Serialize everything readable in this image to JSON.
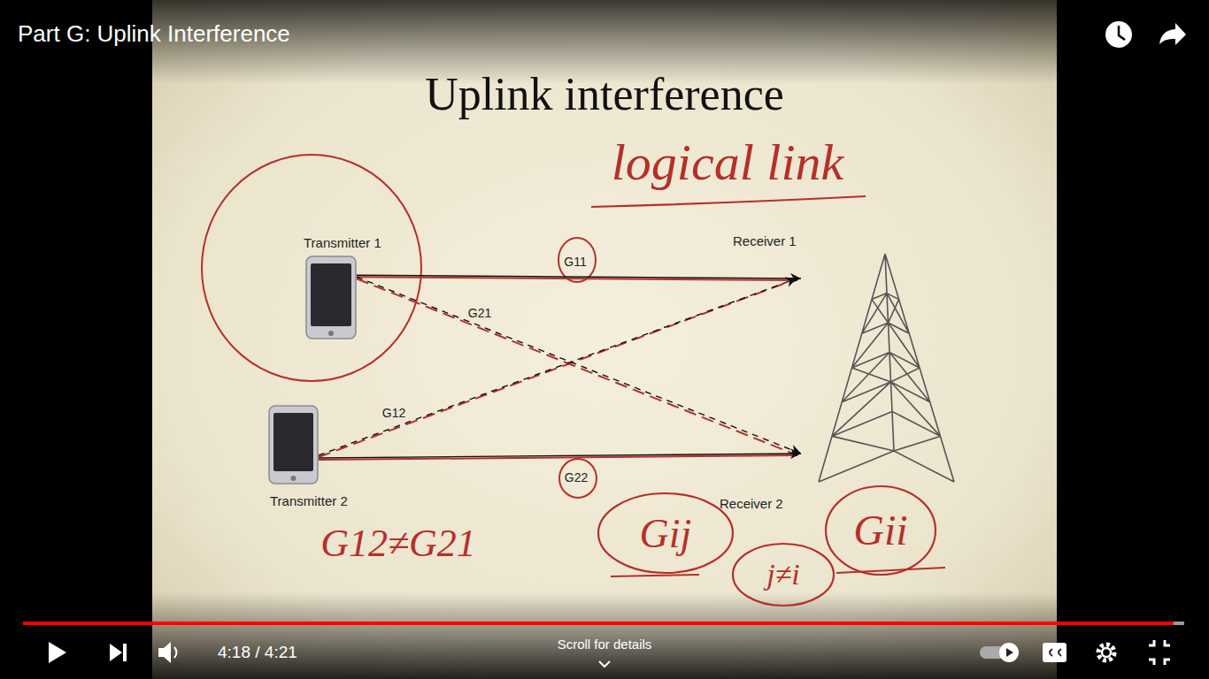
{
  "diagram": {
    "title": "Uplink interference",
    "nodes": [
      {
        "text": [
          "Transmitter 1"
        ]
      },
      {
        "text": [
          "Receiver 1"
        ]
      },
      {
        "text": [
          "Transmitter 2"
        ]
      },
      {
        "text": [
          "Receiver 2"
        ]
      }
    ],
    "edges": [
      {
        "from": 0,
        "to": 1,
        "arrow": "to",
        "label": "G11"
      },
      {
        "from": 0,
        "to": 3,
        "arrow": "to",
        "label": "G21"
      },
      {
        "from": 2,
        "to": 1,
        "arrow": "to",
        "label": "G12"
      },
      {
        "from": 2,
        "to": 3,
        "arrow": "to",
        "label": "G22"
      }
    ],
    "labels": [
      "Part G: Uplink Interference",
      "logical link",
      "G12≠G21",
      "Gij",
      "j≠i",
      "Gii",
      "4:18 / 4:21",
      "Scroll for details"
    ]
  }
}
